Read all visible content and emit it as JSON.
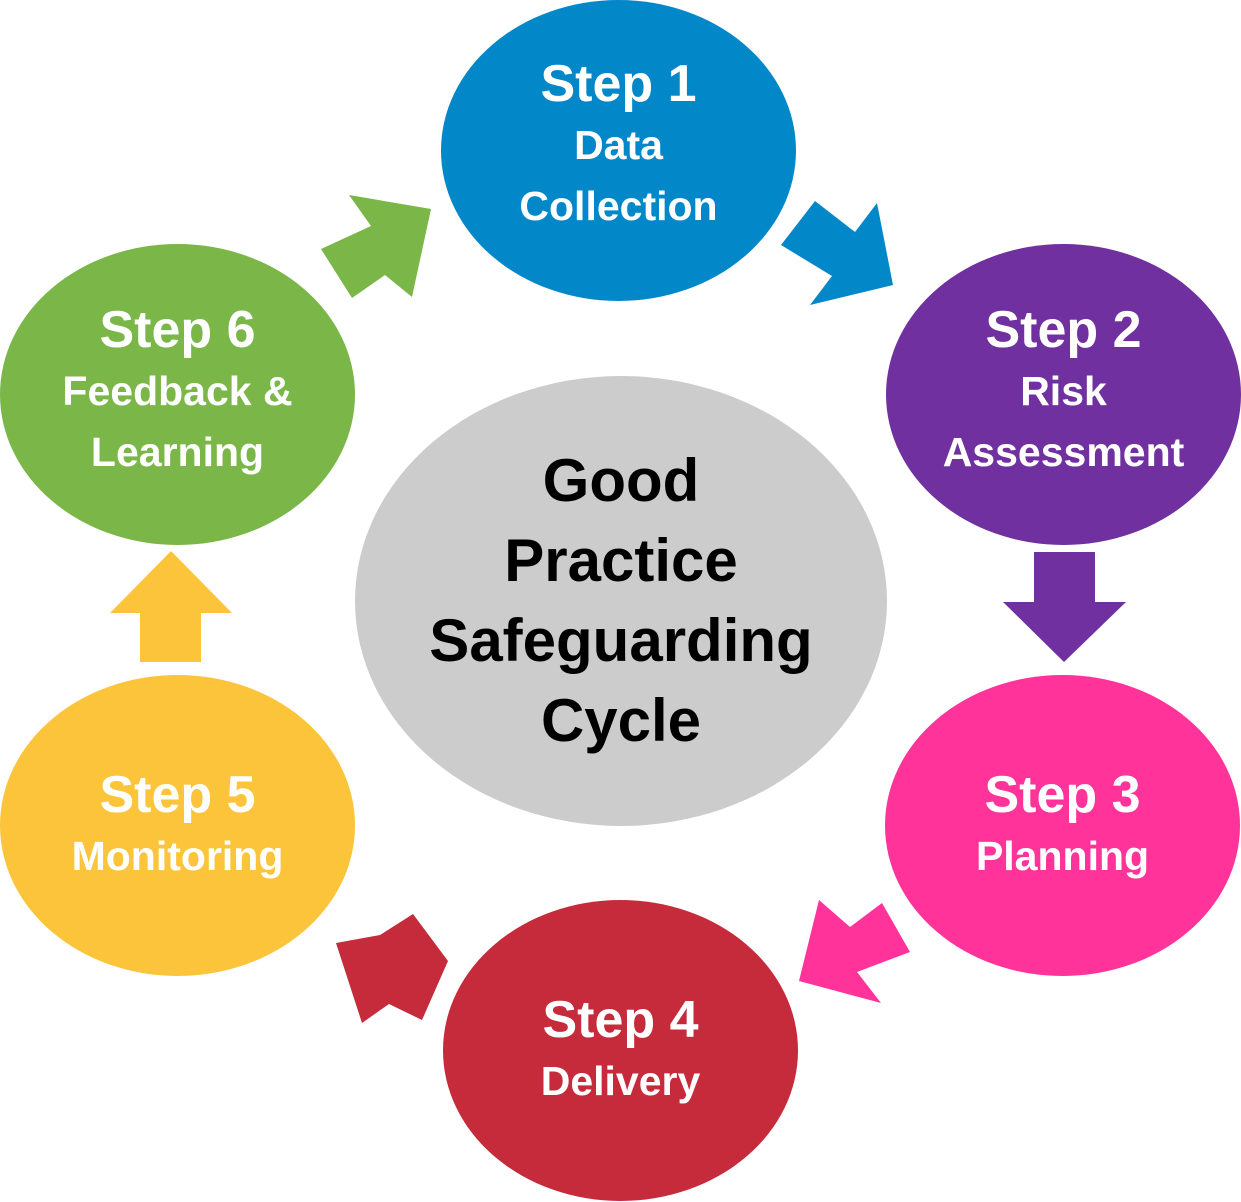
{
  "center": {
    "title": "Good\nPractice\nSafeguarding\nCycle",
    "color": "#cccccc"
  },
  "steps": [
    {
      "number": "Step 1",
      "label": "Data\nCollection",
      "color": "#0287c9"
    },
    {
      "number": "Step 2",
      "label": "Risk\nAssessment",
      "color": "#7030a0"
    },
    {
      "number": "Step 3",
      "label": "Planning",
      "color": "#ff3399"
    },
    {
      "number": "Step 4",
      "label": "Delivery",
      "color": "#c52b3a"
    },
    {
      "number": "Step 5",
      "label": "Monitoring",
      "color": "#fbc43a"
    },
    {
      "number": "Step 6",
      "label": "Feedback &\nLearning",
      "color": "#7ab648"
    }
  ]
}
